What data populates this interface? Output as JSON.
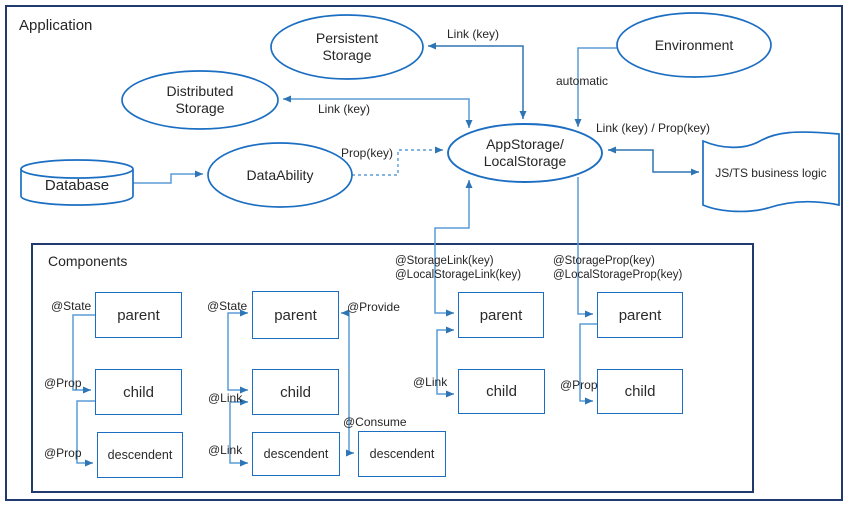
{
  "nodes": {
    "application": "Application",
    "persistent": {
      "line1": "Persistent",
      "line2": "Storage"
    },
    "distributed": {
      "line1": "Distributed",
      "line2": "Storage"
    },
    "database": "Database",
    "dataability": "DataAbility",
    "environment": "Environment",
    "appstorage": {
      "line1": "AppStorage/",
      "line2": "LocalStorage"
    },
    "jsts": "JS/TS business logic"
  },
  "edges": {
    "persistent_link": "Link (key)",
    "distributed_link": "Link (key)",
    "automatic": "automatic",
    "prop_key": "Prop(key)",
    "link_prop": "Link (key) / Prop(key)"
  },
  "components": {
    "title": "Components",
    "g1": {
      "state": "@State",
      "prop_child": "@Prop",
      "prop_desc": "@Prop",
      "parent": "parent",
      "child": "child",
      "descendent": "descendent"
    },
    "g2": {
      "state": "@State",
      "link_child": "@Link",
      "link_desc": "@Link",
      "provide": "@Provide",
      "consume": "@Consume",
      "parent": "parent",
      "child": "child",
      "descendent": "descendent",
      "descendent2": "descendent"
    },
    "g4": {
      "line1": "@StorageLink(key)",
      "line2": "@LocalStorageLink(key)",
      "link": "@Link",
      "parent": "parent",
      "child": "child"
    },
    "g5": {
      "line1": "@StorageProp(key)",
      "line2": "@LocalStorageProp(key)",
      "prop": "@Prop",
      "parent": "parent",
      "child": "child"
    }
  },
  "colors": {
    "shape_stroke": "#1b6ec2",
    "connector_light": "#5b9bd5",
    "connector_dark": "#2e75b6",
    "frame_navy": "#203a6e",
    "text": "#262626"
  }
}
